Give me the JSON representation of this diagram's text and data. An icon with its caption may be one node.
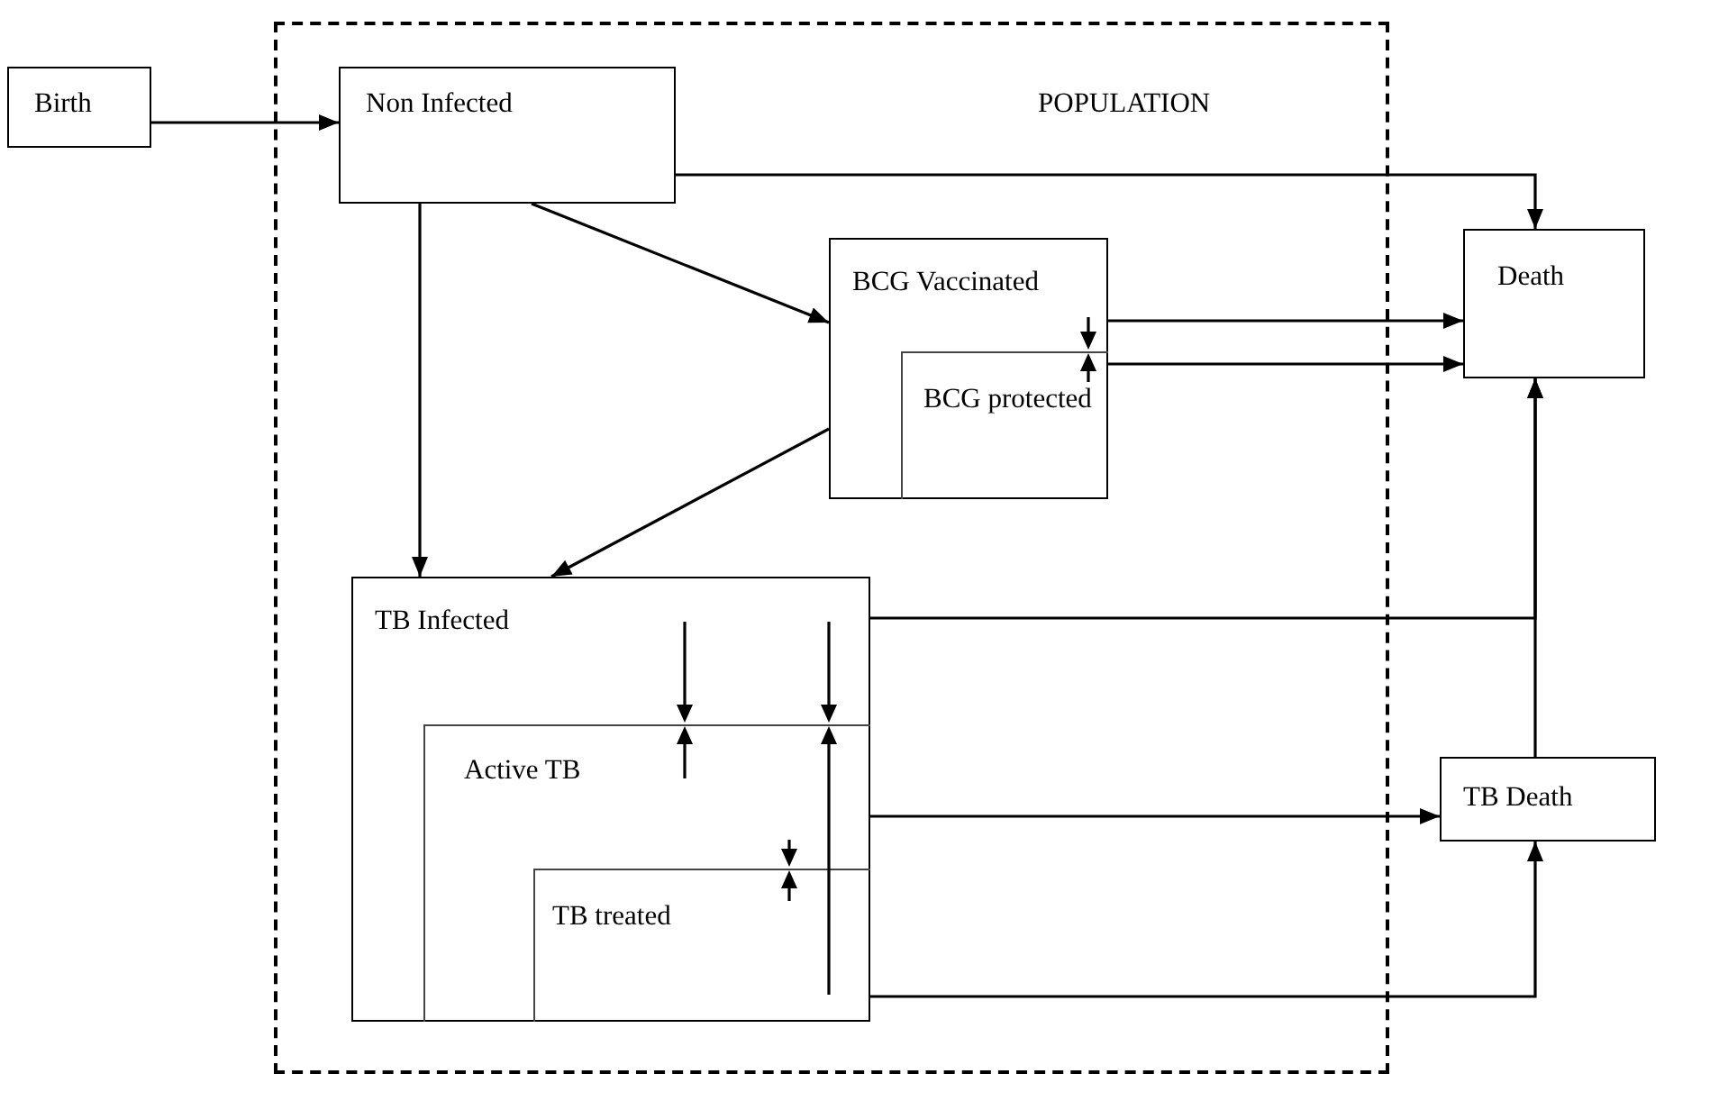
{
  "diagram": {
    "nodes": [
      {
        "text": [
          "POPULATION"
        ]
      },
      {
        "text": [
          "Birth"
        ]
      },
      {
        "text": [
          "Non Infected"
        ],
        "in": 0
      },
      {
        "text": [
          "BCG Vaccinated"
        ],
        "in": 0
      },
      {
        "text": [
          "BCG protected"
        ],
        "in": 3
      },
      {
        "text": [
          "TB Infected"
        ],
        "in": 0
      },
      {
        "text": [
          "Active TB"
        ],
        "in": 5
      },
      {
        "text": [
          "TB treated"
        ],
        "in": 6
      },
      {
        "text": [
          "Death"
        ]
      },
      {
        "text": [
          "TB Death"
        ]
      }
    ],
    "edges": [
      {
        "from": 1,
        "to": 2,
        "arrow": "to"
      },
      {
        "from": 2,
        "to": 8,
        "arrow": "to"
      },
      {
        "from": 2,
        "to": 3,
        "arrow": "to"
      },
      {
        "from": 2,
        "to": 5,
        "arrow": "to"
      },
      {
        "from": 3,
        "to": 5,
        "arrow": "to"
      },
      {
        "from": 3,
        "to": 8,
        "arrow": "to"
      },
      {
        "from": 4,
        "to": 8,
        "arrow": "to"
      },
      {
        "from": 5,
        "to": 8,
        "arrow": "to"
      },
      {
        "from": 9,
        "to": 8,
        "arrow": "to"
      },
      {
        "from": 6,
        "to": 9,
        "arrow": "to"
      },
      {
        "from": 7,
        "to": 9,
        "arrow": "to"
      }
    ]
  }
}
